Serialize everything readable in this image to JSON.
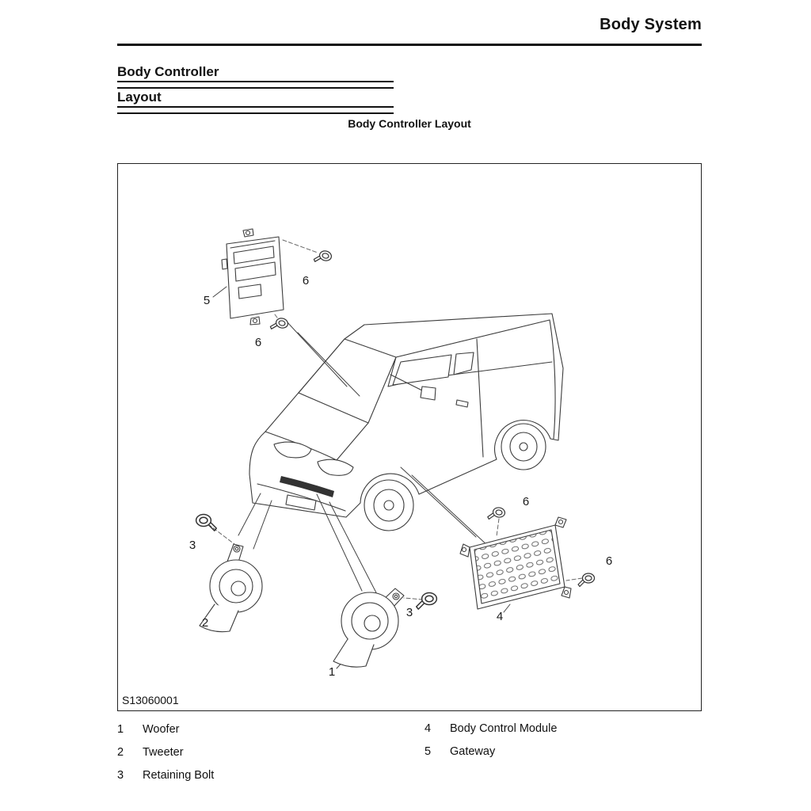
{
  "header": {
    "title": "Body System"
  },
  "sections": {
    "heading": "Body Controller",
    "subheading": "Layout"
  },
  "figure": {
    "title": "Body Controller Layout",
    "code": "S13060001",
    "callout_labels": [
      "5",
      "6",
      "6",
      "3",
      "2",
      "1",
      "3",
      "4",
      "6",
      "6"
    ]
  },
  "legend": {
    "items": [
      {
        "num": "1",
        "label": "Woofer"
      },
      {
        "num": "2",
        "label": "Tweeter"
      },
      {
        "num": "3",
        "label": "Retaining Bolt"
      },
      {
        "num": "4",
        "label": "Body Control Module"
      },
      {
        "num": "5",
        "label": "Gateway"
      }
    ]
  }
}
